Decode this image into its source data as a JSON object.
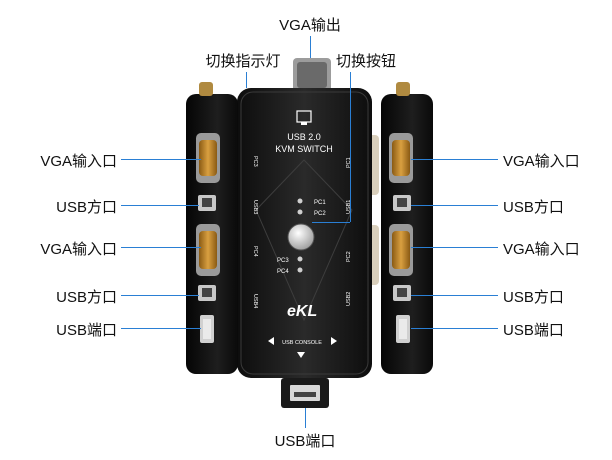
{
  "labels": {
    "vga_output": "VGA输出",
    "switch_indicator": "切换指示灯",
    "switch_button": "切换按钮",
    "bottom_usb_port": "USB端口"
  },
  "left_callouts": [
    {
      "text": "VGA输入口"
    },
    {
      "text": "USB方口"
    },
    {
      "text": "VGA输入口"
    },
    {
      "text": "USB方口"
    },
    {
      "text": "USB端口"
    }
  ],
  "right_callouts": [
    {
      "text": "VGA输入口"
    },
    {
      "text": "USB方口"
    },
    {
      "text": "VGA输入口"
    },
    {
      "text": "USB方口"
    },
    {
      "text": "USB端口"
    }
  ],
  "device": {
    "model_line1": "USB 2.0",
    "model_line2": "KVM SWITCH",
    "led_pc1": "PC1",
    "led_pc2": "PC2",
    "led_pc3": "PC3",
    "led_pc4": "PC4",
    "brand": "eKL",
    "console": "USB CONSOLE",
    "left_side_pc3": "PC3",
    "left_side_usb3": "USB3",
    "left_side_pc4": "PC4",
    "left_side_usb4": "USB4",
    "right_side_pc1": "PC1",
    "right_side_usb1": "USB1",
    "right_side_pc2": "PC2",
    "right_side_usb2": "USB2"
  },
  "colors": {
    "callout_line": "#2a7fd4",
    "device_body": "#1c1c1c",
    "vga_gold": "#c8922e"
  }
}
